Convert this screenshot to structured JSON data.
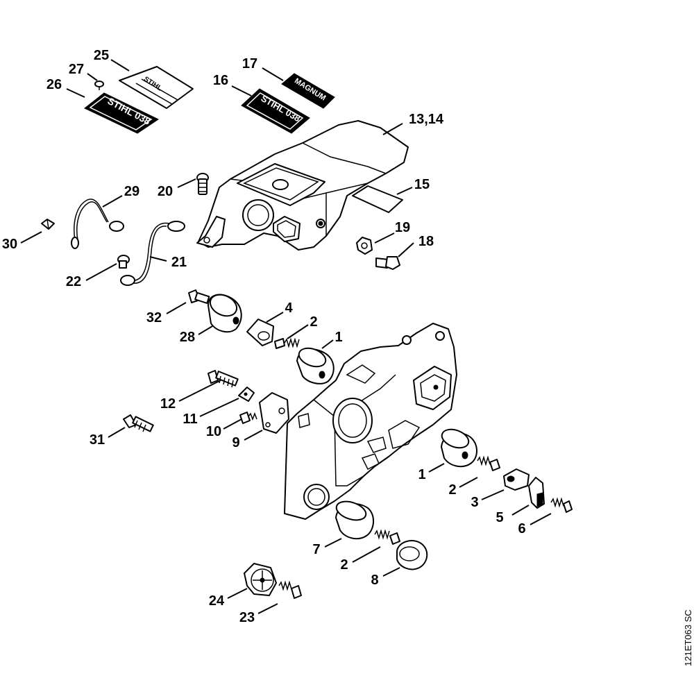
{
  "figure_code": "121ET063 SC",
  "decals": {
    "model_plate": "STIHL 038",
    "model_plate_small": "STIHL 038",
    "magnum_label": "MAGNUM",
    "warning_label": "STIHL"
  },
  "callouts": [
    {
      "id": "25",
      "label": "25"
    },
    {
      "id": "27",
      "label": "27"
    },
    {
      "id": "26",
      "label": "26"
    },
    {
      "id": "17",
      "label": "17"
    },
    {
      "id": "16",
      "label": "16"
    },
    {
      "id": "13-14",
      "label": "13,14"
    },
    {
      "id": "29",
      "label": "29"
    },
    {
      "id": "20",
      "label": "20"
    },
    {
      "id": "15",
      "label": "15"
    },
    {
      "id": "30",
      "label": "30"
    },
    {
      "id": "19",
      "label": "19"
    },
    {
      "id": "18",
      "label": "18"
    },
    {
      "id": "21",
      "label": "21"
    },
    {
      "id": "22",
      "label": "22"
    },
    {
      "id": "4",
      "label": "4"
    },
    {
      "id": "32",
      "label": "32"
    },
    {
      "id": "2a",
      "label": "2"
    },
    {
      "id": "1a",
      "label": "1"
    },
    {
      "id": "28",
      "label": "28"
    },
    {
      "id": "12",
      "label": "12"
    },
    {
      "id": "11",
      "label": "11"
    },
    {
      "id": "10",
      "label": "10"
    },
    {
      "id": "9",
      "label": "9"
    },
    {
      "id": "31",
      "label": "31"
    },
    {
      "id": "1b",
      "label": "1"
    },
    {
      "id": "2b",
      "label": "2"
    },
    {
      "id": "3",
      "label": "3"
    },
    {
      "id": "5",
      "label": "5"
    },
    {
      "id": "6",
      "label": "6"
    },
    {
      "id": "7",
      "label": "7"
    },
    {
      "id": "2c",
      "label": "2"
    },
    {
      "id": "8",
      "label": "8"
    },
    {
      "id": "24",
      "label": "24"
    },
    {
      "id": "23",
      "label": "23"
    }
  ]
}
